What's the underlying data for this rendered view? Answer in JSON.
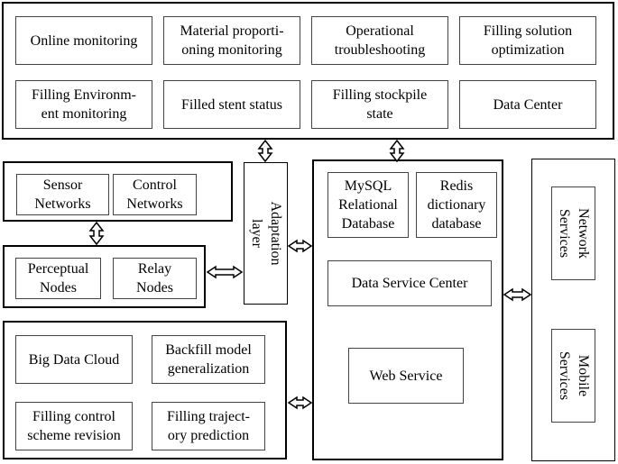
{
  "top_panel": {
    "items": [
      "Online monitoring",
      "Material proporti-\noning monitoring",
      "Operational\ntroubleshooting",
      "Filling solution\noptimization",
      "Filling Environm-\nent monitoring",
      "Filled stent status",
      "Filling stockpile\nstate",
      "Data Center"
    ]
  },
  "networks_panel": {
    "items": [
      "Sensor\nNetworks",
      "Control\nNetworks"
    ]
  },
  "nodes_panel": {
    "items": [
      "Perceptual\nNodes",
      "Relay\nNodes"
    ]
  },
  "adaptation_layer": "Adaptation layer",
  "analysis_panel": {
    "items": [
      "Big Data Cloud",
      "Backfill model\ngeneralization",
      "Filling control\nscheme revision",
      "Filling traject-\nory prediction"
    ]
  },
  "data_panel": {
    "mysql": "MySQL\nRelational\nDatabase",
    "redis": "Redis\ndictionary\ndatabase",
    "data_service_center": "Data Service Center",
    "web_service": "Web Service"
  },
  "services_panel": {
    "network_services": "Network\nServices",
    "mobile_services": "Mobile\nServices"
  }
}
